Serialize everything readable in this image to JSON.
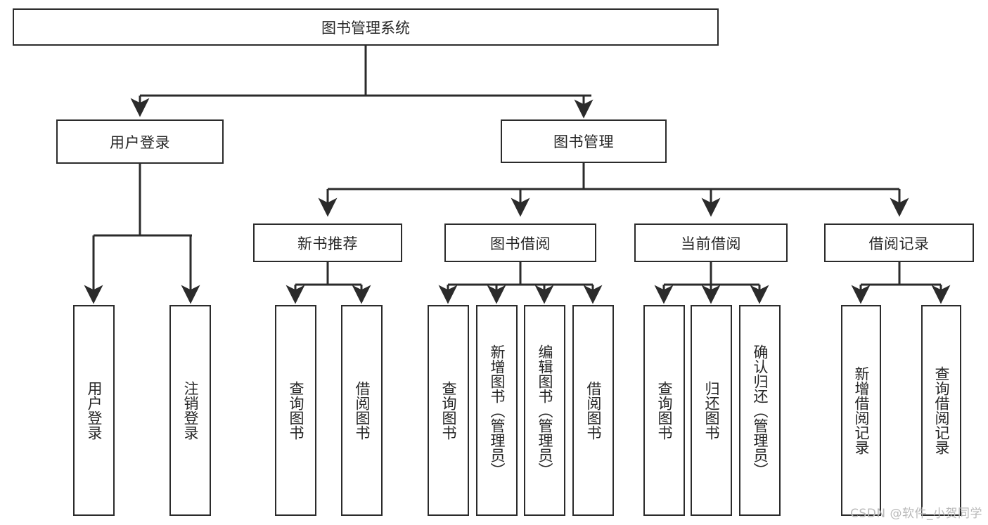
{
  "diagram": {
    "type": "tree",
    "title": "图书管理系统",
    "watermark": "CSDN @软件_小贺同学",
    "colors": {
      "stroke": "#2b2b2b",
      "fill": "#ffffff",
      "text": "#262626",
      "watermark": "#b9b9b9"
    },
    "nodes": {
      "root": {
        "label": "图书管理系统"
      },
      "level2": [
        {
          "id": "user-login",
          "label": "用户登录"
        },
        {
          "id": "book-management",
          "label": "图书管理"
        }
      ],
      "level3": [
        {
          "id": "new-book-recommend",
          "label": "新书推荐"
        },
        {
          "id": "book-borrow",
          "label": "图书借阅"
        },
        {
          "id": "current-borrow",
          "label": "当前借阅"
        },
        {
          "id": "borrow-record",
          "label": "借阅记录"
        }
      ],
      "leaves": {
        "user-login": [
          {
            "id": "leaf-user-login",
            "label": "用户登录"
          },
          {
            "id": "leaf-logout",
            "label": "注销登录"
          }
        ],
        "new-book-recommend": [
          {
            "id": "leaf-query-book-1",
            "label": "查询图书"
          },
          {
            "id": "leaf-borrow-book-1",
            "label": "借阅图书"
          }
        ],
        "book-borrow": [
          {
            "id": "leaf-query-book-2",
            "label": "查询图书"
          },
          {
            "id": "leaf-add-book",
            "label": "新增图书（管理员）"
          },
          {
            "id": "leaf-edit-book",
            "label": "编辑图书（管理员）"
          },
          {
            "id": "leaf-borrow-book-2",
            "label": "借阅图书"
          }
        ],
        "current-borrow": [
          {
            "id": "leaf-query-book-3",
            "label": "查询图书"
          },
          {
            "id": "leaf-return-book",
            "label": "归还图书"
          },
          {
            "id": "leaf-confirm-return",
            "label": "确认归还（管理员）"
          }
        ],
        "borrow-record": [
          {
            "id": "leaf-add-record",
            "label": "新增借阅记录"
          },
          {
            "id": "leaf-query-record",
            "label": "查询借阅记录"
          }
        ]
      }
    }
  }
}
